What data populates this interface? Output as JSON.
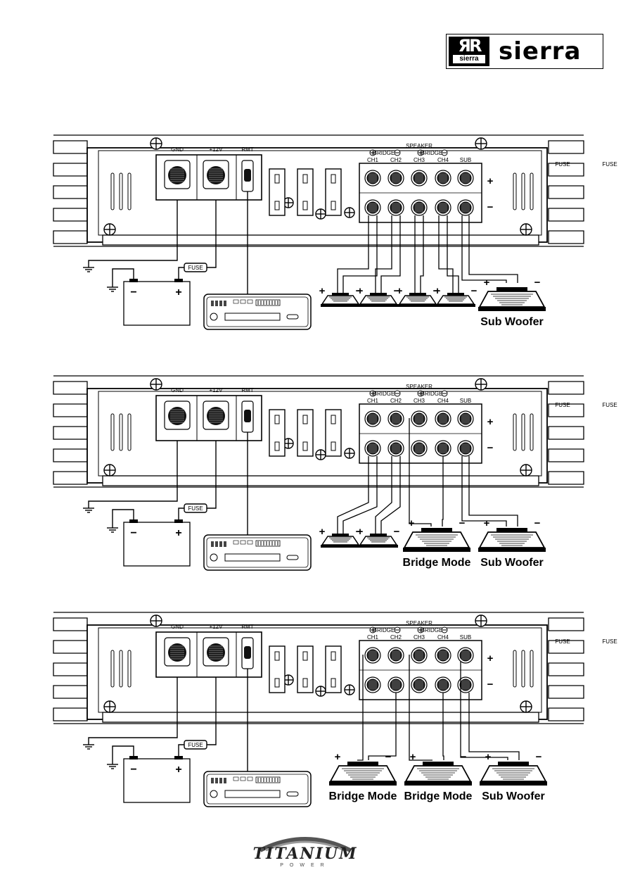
{
  "brand": {
    "logo_text": "sierra",
    "mark_text": "sierra",
    "footer_logo": "TITANIUM",
    "footer_sub": "POWER"
  },
  "amp": {
    "terminals": {
      "gnd": "GND",
      "v12": "+12V",
      "rmt": "RMT"
    },
    "fuse_label": "FUSE",
    "speaker_label": "SPEAKER",
    "bridge_label": "BRIDGE",
    "channels": [
      "CH1",
      "CH2",
      "CH3",
      "CH4",
      "SUB"
    ],
    "plus_sign": "+",
    "minus_sign": "−"
  },
  "wiring": {
    "inline_fuse": "FUSE",
    "battery_plus": "+",
    "battery_minus": "−",
    "speaker_plus": "+",
    "speaker_minus": "−"
  },
  "diagrams": [
    {
      "speakers": [
        {
          "size": "small",
          "label": ""
        },
        {
          "size": "small",
          "label": ""
        },
        {
          "size": "small",
          "label": ""
        },
        {
          "size": "small",
          "label": ""
        },
        {
          "size": "large",
          "label": "Sub Woofer"
        }
      ]
    },
    {
      "speakers": [
        {
          "size": "small",
          "label": ""
        },
        {
          "size": "small",
          "label": ""
        },
        {
          "size": "large",
          "label": "Bridge Mode"
        },
        {
          "size": "large",
          "label": "Sub Woofer"
        }
      ]
    },
    {
      "speakers": [
        {
          "size": "large",
          "label": "Bridge Mode"
        },
        {
          "size": "large",
          "label": "Bridge Mode"
        },
        {
          "size": "large",
          "label": "Sub Woofer"
        }
      ]
    }
  ]
}
